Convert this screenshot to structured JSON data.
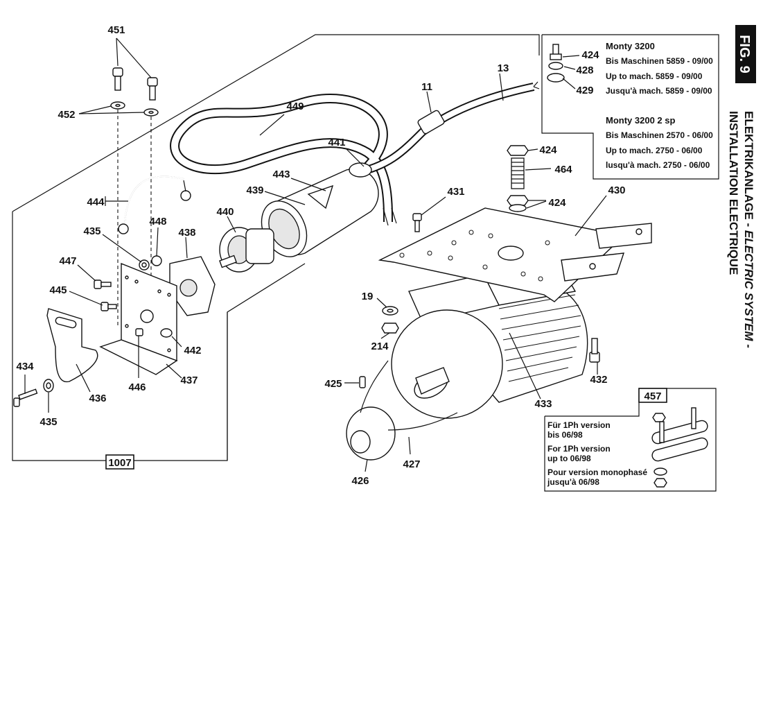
{
  "figure": {
    "number": "FIG. 9",
    "side_title_de": "ELEKTRIKANLAGE - ",
    "side_title_en": "ELECTRIC SYSTEM -",
    "side_title_fr": "INSTALLATION ELECTRIQUE"
  },
  "frame_label": "1007",
  "info_box": {
    "model_1": "Monty 3200",
    "model_1_lines": [
      "Bis Maschinen 5859 - 09/00",
      "Up to mach. 5859 - 09/00",
      "Jusqu'à mach. 5859 - 09/00"
    ],
    "model_2": "Monty 3200 2 sp",
    "model_2_lines": [
      "Bis Maschinen 2570 - 06/00",
      "Up to mach. 2750 - 06/00",
      "lusqu'à mach. 2750 - 06/00"
    ]
  },
  "box_457": {
    "label": "457",
    "lines": [
      "Für 1Ph version",
      "bis 06/98",
      "For 1Ph version",
      "up to 06/98",
      "Pour version monophasé",
      "jusqu'à 06/98"
    ]
  },
  "callouts": [
    "451",
    "452",
    "444",
    "435",
    "448",
    "438",
    "440",
    "439",
    "443",
    "449",
    "441",
    "11",
    "13",
    "447",
    "445",
    "434",
    "435",
    "436",
    "446",
    "437",
    "442",
    "1007",
    "424",
    "428",
    "429",
    "424",
    "464",
    "424",
    "431",
    "430",
    "19",
    "214",
    "425",
    "426",
    "427",
    "433",
    "432"
  ]
}
